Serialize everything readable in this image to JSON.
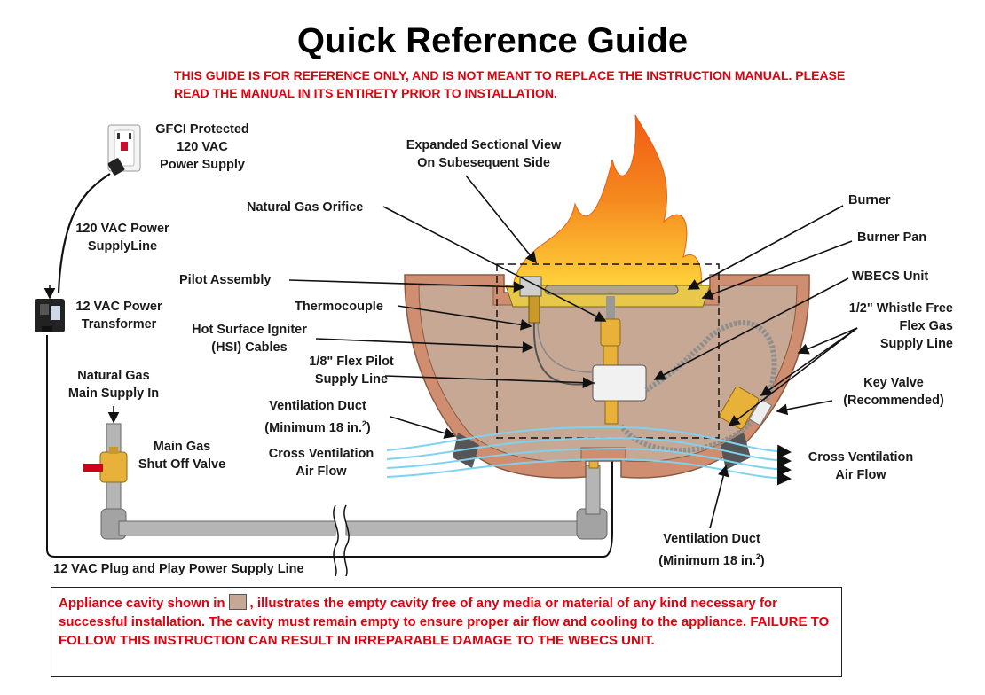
{
  "title": "Quick Reference Guide",
  "disclaimer": "THIS GUIDE IS FOR REFERENCE ONLY, AND IS NOT MEANT TO REPLACE THE INSTRUCTION MANUAL. PLEASE READ THE MANUAL IN ITS ENTIRETY PRIOR TO INSTALLATION.",
  "labels": {
    "gfci": [
      "GFCI Protected",
      "120 VAC",
      "Power Supply"
    ],
    "supply_line_120": [
      "120 VAC Power",
      "SupplyLine"
    ],
    "transformer": [
      "12 VAC Power",
      "Transformer"
    ],
    "natural_gas_in": [
      "Natural Gas",
      "Main Supply In"
    ],
    "shutoff_valve": [
      "Main Gas",
      "Shut Off Valve"
    ],
    "plug_play": "12 VAC Plug and Play Power Supply Line",
    "sectional_view": [
      "Expanded Sectional View",
      "On Subesequent Side"
    ],
    "orifice": "Natural Gas Orifice",
    "pilot_assembly": "Pilot Assembly",
    "thermocouple": "Thermocouple",
    "hsi": [
      "Hot Surface Igniter",
      "(HSI) Cables"
    ],
    "flex_pilot": [
      "1/8\" Flex Pilot",
      "Supply Line"
    ],
    "vent_duct_left": [
      "Ventilation Duct",
      "(Minimum 18 in.",
      "2",
      ")"
    ],
    "cross_vent_left": [
      "Cross Ventilation",
      "Air Flow"
    ],
    "burner": "Burner",
    "burner_pan": "Burner Pan",
    "wbecs": "WBECS Unit",
    "flex_gas": [
      "1/2\" Whistle Free",
      "Flex Gas",
      "Supply Line"
    ],
    "key_valve": [
      "Key Valve",
      "(Recommended)"
    ],
    "cross_vent_right": [
      "Cross Ventilation",
      "Air Flow"
    ],
    "vent_duct_right": [
      "Ventilation Duct",
      "(Minimum 18 in.",
      "2",
      ")"
    ]
  },
  "note": {
    "prefix": "Appliance cavity shown in",
    "text": ", illustrates the empty cavity free of any media or material of any kind necessary for successful installation. The cavity must remain empty to ensure proper air flow and cooling to the appliance. FAILURE TO FOLLOW THIS INSTRUCTION CAN RESULT IN IRREPARABLE DAMAGE TO THE WBECS UNIT."
  },
  "colors": {
    "warning_red": "#e0000f",
    "bowl_wall": "#cf8e6f",
    "cavity": "#c6a894",
    "flame": "#f58a1f",
    "airflow": "#7fd3f0",
    "pipe": "#a9a9a9",
    "brass": "#e8b23a"
  },
  "icons": [
    "gfci-outlet-icon",
    "power-plug-icon",
    "transformer-icon",
    "valve-handle-icon",
    "flame-icon",
    "pipe-break-icon"
  ]
}
